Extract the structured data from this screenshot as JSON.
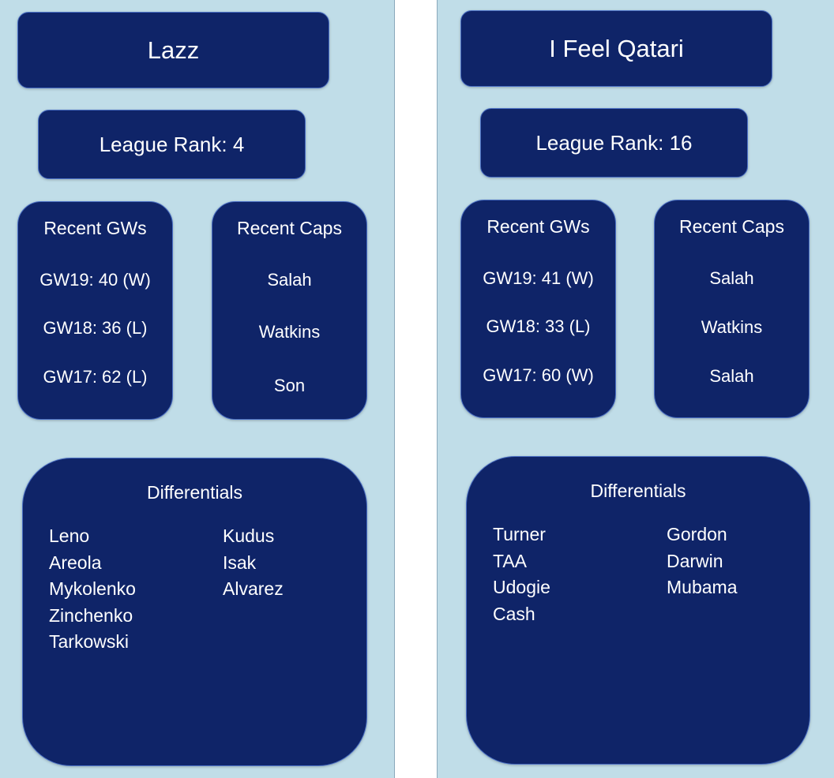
{
  "teams": [
    {
      "name": "Lazz",
      "league_rank": "League Rank: 4",
      "recent_gws": {
        "title": "Recent GWs",
        "items": [
          "GW19: 40 (W)",
          "GW18: 36 (L)",
          "GW17: 62 (L)"
        ]
      },
      "recent_caps": {
        "title": "Recent Caps",
        "items": [
          "Salah",
          "Watkins",
          "Son"
        ]
      },
      "differentials": {
        "title": "Differentials",
        "col1": [
          "Leno",
          "Areola",
          "Mykolenko",
          "Zinchenko",
          "Tarkowski"
        ],
        "col2": [
          "Kudus",
          "Isak",
          "Alvarez"
        ]
      }
    },
    {
      "name": "I Feel Qatari",
      "league_rank": "League Rank: 16",
      "recent_gws": {
        "title": "Recent GWs",
        "items": [
          "GW19: 41 (W)",
          "GW18: 33 (L)",
          "GW17: 60 (W)"
        ]
      },
      "recent_caps": {
        "title": "Recent Caps",
        "items": [
          "Salah",
          "Watkins",
          "Salah"
        ]
      },
      "differentials": {
        "title": "Differentials",
        "col1": [
          "Turner",
          "TAA",
          "Udogie",
          "Cash"
        ],
        "col2": [
          "Gordon",
          "Darwin",
          "Mubama"
        ]
      }
    }
  ],
  "colors": {
    "panel_background": "#c0dde8",
    "box_background": "#0f2468",
    "box_border": "#4a6fc4",
    "text": "#ffffff"
  }
}
